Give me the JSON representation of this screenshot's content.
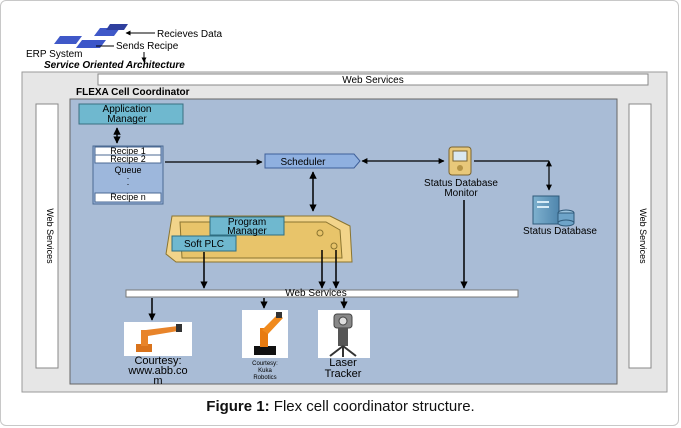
{
  "erp": {
    "receives": "Recieves Data",
    "sends": "Sends Recipe",
    "system": "ERP System",
    "soa": "Service Oriented Architecture"
  },
  "web_services": {
    "top": "Web Services",
    "left": "Web Services",
    "right": "Web Services",
    "inner": "Web Services"
  },
  "cell": {
    "title": "FLEXA Cell Coordinator",
    "app_manager": [
      "Application",
      "Manager"
    ],
    "queue": {
      "items": [
        "Recipe 1",
        "Recipe 2"
      ],
      "label": "Queue",
      "last": "Recipe n"
    },
    "scheduler": "Scheduler",
    "monitor": [
      "Status Database",
      "Monitor"
    ],
    "database": "Status Database",
    "program_manager": [
      "Program",
      "Manager"
    ],
    "soft_plc": "Soft PLC"
  },
  "robots": {
    "abb": [
      "Courtesy:",
      "www.abb.co",
      "m"
    ],
    "kuka": [
      "Courtesy:",
      "Kuka",
      "Robotics"
    ],
    "laser": [
      "Laser",
      "Tracker"
    ]
  },
  "caption": {
    "label": "Figure 1:",
    "text": " Flex cell coordinator structure."
  },
  "colors": {
    "outer_panel": "#e6e6e6",
    "cell_panel": "#a9bcd6",
    "queue_box": "#9db7dc",
    "plc_body": "#f2d48a",
    "teal_box": "#6fb8cf"
  }
}
